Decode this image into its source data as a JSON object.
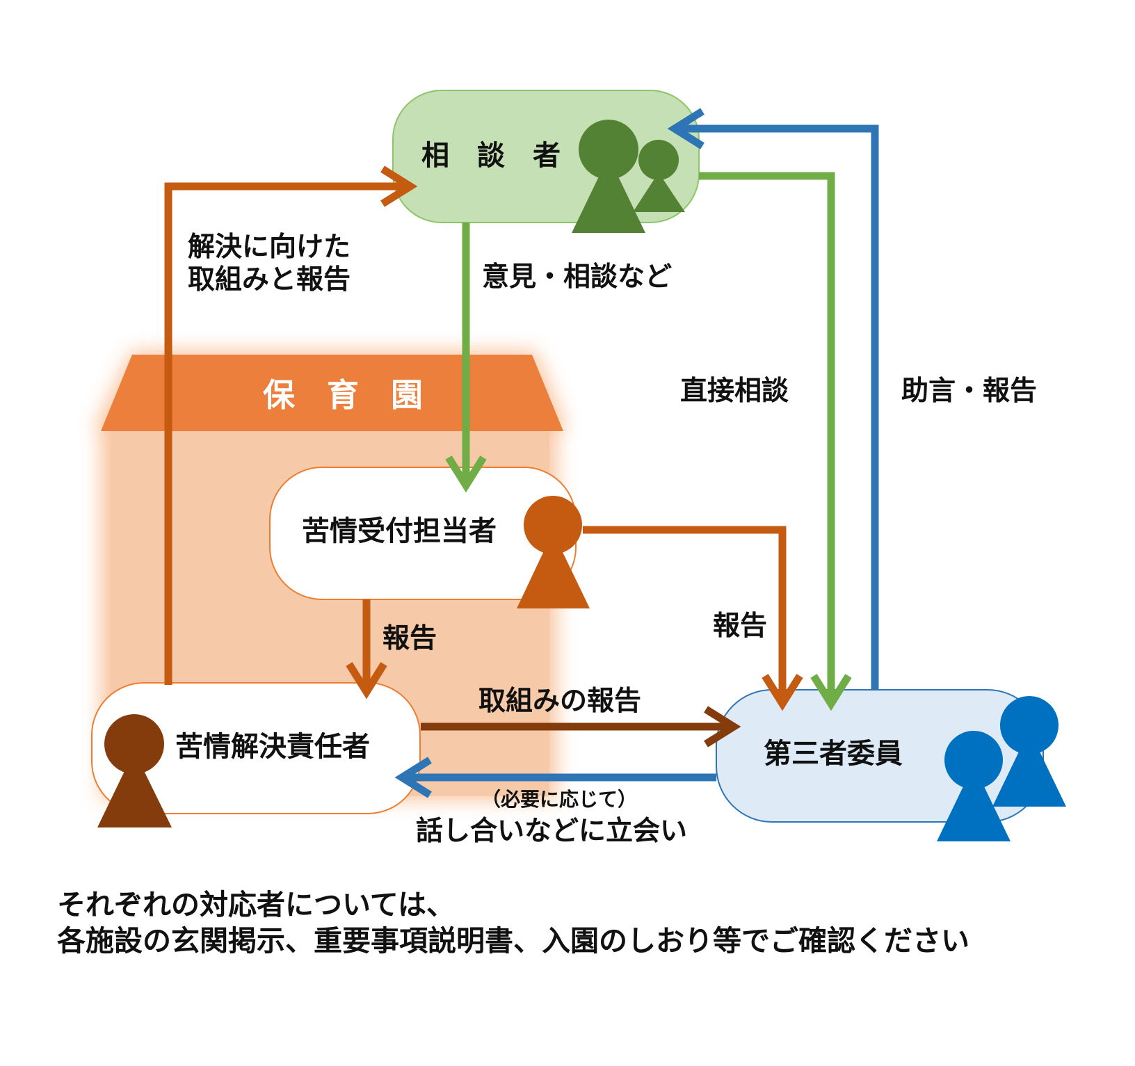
{
  "facility": {
    "label": "保　育　園"
  },
  "boxes": {
    "consultant": "相　談　者",
    "receptionist": "苦情受付担当者",
    "resolver": "苦情解決責任者",
    "third_party": "第三者委員"
  },
  "arrows": {
    "opinion": "意見・相談など",
    "resolution_report": [
      "解決に向けた",
      "取組みと報告"
    ],
    "direct": "直接相談",
    "advice": "助言・報告",
    "report_left": "報告",
    "report_right": "報告",
    "effort_report": "取組みの報告",
    "attend_note": "（必要に応じて）",
    "attend": "話し合いなどに立会い"
  },
  "footer": [
    "それぞれの対応者については、",
    "各施設の玄関掲示、重要事項説明書、入園のしおり等でご確認ください"
  ],
  "colors": {
    "orange_building": "#EB7F3B",
    "building_body": "#F6C9A9",
    "dark_orange": "#C55A11",
    "brown": "#843C0C",
    "green_box": "#C5E0B4",
    "green_person": "#548235",
    "green_arrow": "#70AD47",
    "blue_box": "#DEEBF7",
    "blue_person": "#0070C0",
    "blue_arrow": "#2E75B6"
  }
}
